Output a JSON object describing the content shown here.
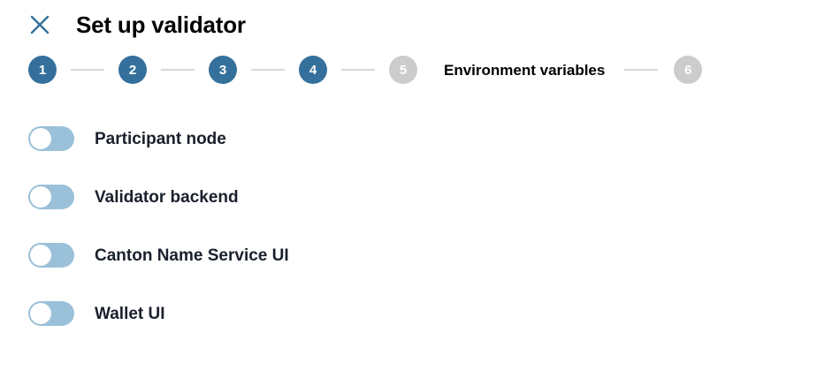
{
  "header": {
    "close_icon": "close-icon",
    "title": "Set up validator"
  },
  "stepper": {
    "steps": [
      {
        "number": "1",
        "label": "",
        "state": "done"
      },
      {
        "number": "2",
        "label": "",
        "state": "done"
      },
      {
        "number": "3",
        "label": "",
        "state": "done"
      },
      {
        "number": "4",
        "label": "",
        "state": "done"
      },
      {
        "number": "5",
        "label": "Environment variables",
        "state": "current"
      },
      {
        "number": "6",
        "label": "",
        "state": "todo"
      }
    ]
  },
  "toggles": [
    {
      "label": "Participant node",
      "checked": false
    },
    {
      "label": "Validator backend",
      "checked": false
    },
    {
      "label": "Canton Name Service UI",
      "checked": false
    },
    {
      "label": "Wallet UI",
      "checked": false
    }
  ],
  "colors": {
    "accent_blue": "#35709c",
    "toggle_off": "#9bc1da",
    "inactive_gray": "#cccccc",
    "connector_gray": "#d8d8d8",
    "label_text": "#1a202c",
    "background": "#ffffff"
  }
}
